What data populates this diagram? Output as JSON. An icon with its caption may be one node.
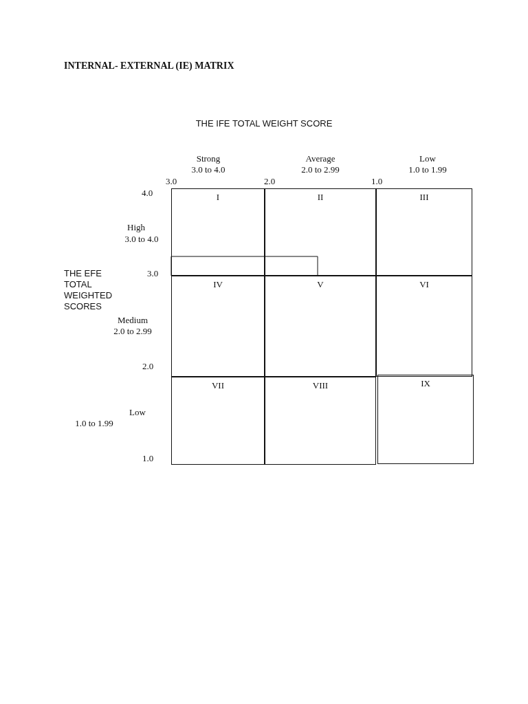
{
  "diagram": {
    "title": "INTERNAL- EXTERNAL (IE) MATRIX",
    "nodes": [
      {
        "text": [
          "I"
        ]
      },
      {
        "text": [
          "II"
        ]
      },
      {
        "text": [
          "III"
        ]
      },
      {
        "text": [
          "IV"
        ]
      },
      {
        "text": [
          "V"
        ]
      },
      {
        "text": [
          "VI"
        ]
      },
      {
        "text": [
          "VII"
        ]
      },
      {
        "text": [
          "VIII"
        ]
      },
      {
        "text": [
          "IX"
        ]
      }
    ],
    "labels": [
      "THE IFE TOTAL WEIGHT SCORE",
      "Strong",
      "3.0 to 4.0",
      "Average",
      "2.0 to 2.99",
      "Low",
      "1.0 to 1.99",
      "3.0",
      "2.0",
      "1.0",
      "4.0",
      "High",
      "3.0 to 4.0",
      "THE EFE TOTAL WEIGHTED SCORES",
      "3.0",
      "Medium",
      "2.0 to 2.99",
      "2.0",
      "Low",
      "1.0 to 1.99",
      "1.0"
    ]
  }
}
